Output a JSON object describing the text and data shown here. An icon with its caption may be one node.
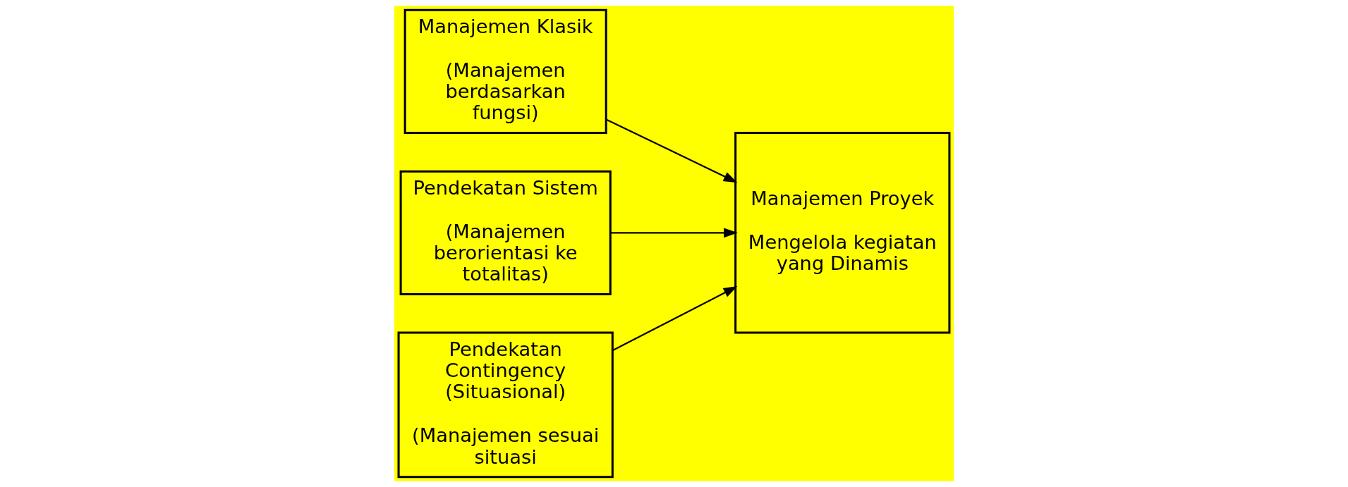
{
  "diagram": {
    "nodes": [
      {
        "text": [
          "Manajemen Klasik",
          "(Manajemen berdasarkan fungsi)"
        ]
      },
      {
        "text": [
          "Pendekatan Sistem",
          "(Manajemen berorientasi ke totalitas)"
        ]
      },
      {
        "text": [
          "Pendekatan Contingency (Situasional)",
          "(Manajemen sesuai situasi"
        ]
      },
      {
        "text": [
          "Manajemen Proyek",
          "Mengelola kegiatan yang Dinamis"
        ]
      }
    ],
    "edges": [
      {
        "from": 0,
        "to": 3,
        "arrow": "to"
      },
      {
        "from": 1,
        "to": 3,
        "arrow": "to"
      },
      {
        "from": 2,
        "to": 3,
        "arrow": "to"
      }
    ]
  }
}
